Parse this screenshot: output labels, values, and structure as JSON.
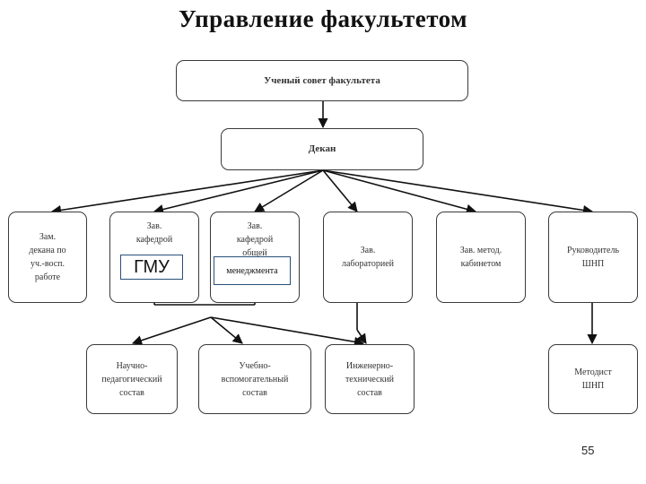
{
  "title": "Управление факультетом",
  "boxes": {
    "council": "Ученый совет факультета",
    "dean": "Декан",
    "deputy_dean": [
      "Зам.",
      "декана по",
      "уч.-восп.",
      "работе"
    ],
    "head_dept_1": [
      "Зав.",
      "кафедрой"
    ],
    "head_dept_2": [
      "Зав.",
      "кафедрой",
      "общей"
    ],
    "head_lab": [
      "Зав.",
      "лабораторией"
    ],
    "head_method": [
      "Зав. метод.",
      "кабинетом"
    ],
    "head_school": [
      "Руководитель",
      "ШНП"
    ],
    "teaching_staff": [
      "Научно-",
      "педагогический",
      "состав"
    ],
    "support_staff": [
      "Учебно-",
      "вспомогательный",
      "состав"
    ],
    "engineering_staff": [
      "Инженерно-",
      "технический",
      "состав"
    ],
    "methodist": [
      "Методист",
      "ШНП"
    ]
  },
  "overlays": {
    "gmu": "ГМУ",
    "management": "менеджмента"
  },
  "page_number": "55"
}
